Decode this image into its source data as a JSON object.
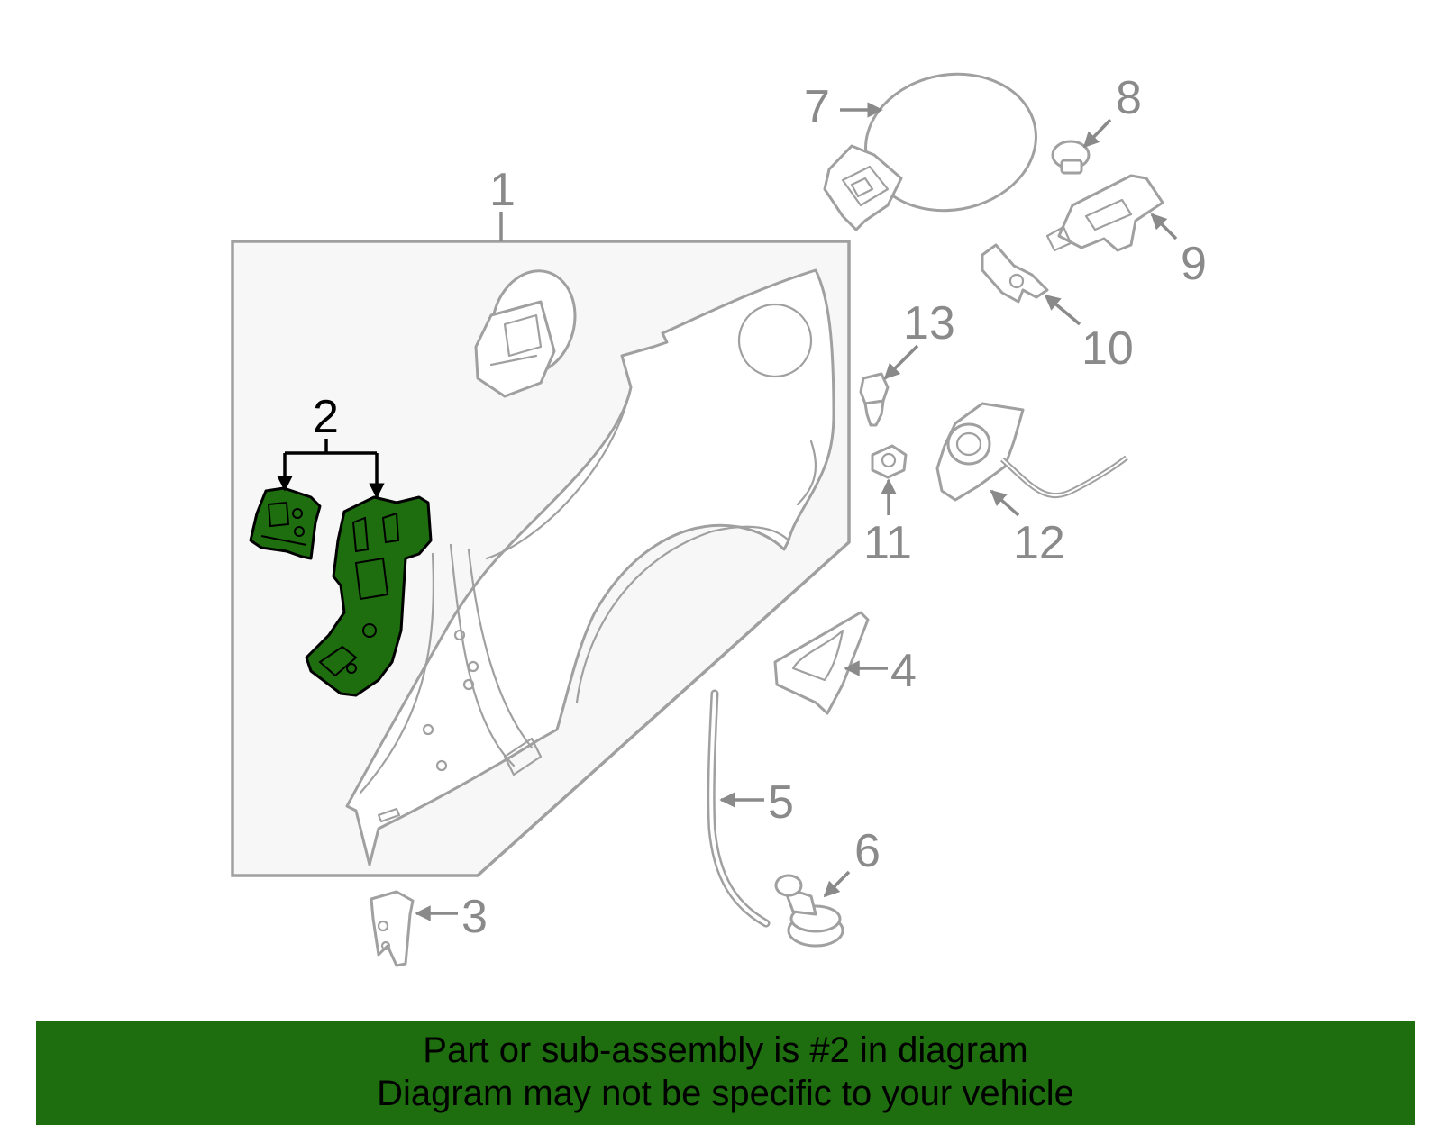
{
  "callouts": {
    "c1": "1",
    "c2": "2",
    "c3": "3",
    "c4": "4",
    "c5": "5",
    "c6": "6",
    "c7": "7",
    "c8": "8",
    "c9": "9",
    "c10": "10",
    "c11": "11",
    "c12": "12",
    "c13": "13"
  },
  "highlight_part": "2",
  "colors": {
    "highlight": "#1e6e10",
    "line": "#a0a0a0",
    "label": "#8a8a8a",
    "banner": "#1e6e10"
  },
  "banner": {
    "line1": "Part or sub-assembly is #2 in diagram",
    "line2": "Diagram may not be specific to your vehicle"
  }
}
